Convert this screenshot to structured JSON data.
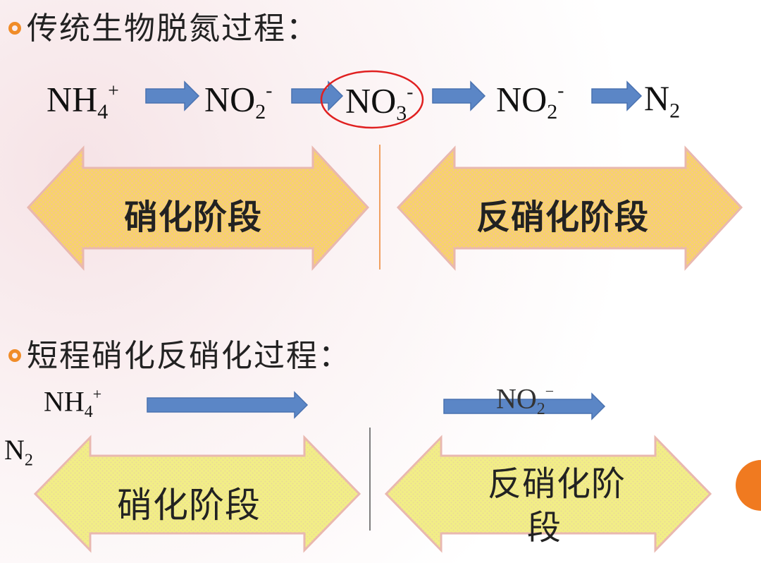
{
  "section1": {
    "heading": "传统生物脱氮过程：",
    "species": [
      {
        "base": "NH",
        "sub": "4",
        "sup": "+"
      },
      {
        "base": "NO",
        "sub": "2",
        "sup": "-"
      },
      {
        "base": "NO",
        "sub": "3",
        "sup": "-"
      },
      {
        "base": "NO",
        "sub": "2",
        "sup": "-"
      },
      {
        "base": "N",
        "sub": "2",
        "sup": ""
      }
    ],
    "stage_left": "硝化阶段",
    "stage_right": "反硝化阶段"
  },
  "section2": {
    "heading": "短程硝化反硝化过程：",
    "species": [
      {
        "base": "NH",
        "sub": "4",
        "sup": "+"
      },
      {
        "base": "NO",
        "sub": "2",
        "sup": "−"
      },
      {
        "base": "N",
        "sub": "2",
        "sup": ""
      }
    ],
    "stage_left": "硝化阶段",
    "stage_right_line1": "反硝化阶",
    "stage_right_line2": "段"
  },
  "colors": {
    "bullet": "#f08c28",
    "flow_arrow": "#5b86c6",
    "stage_arrow_fill_1": "#f7d36b",
    "stage_arrow_fill_2": "#f2ee86",
    "stage_arrow_border": "#e9b8b0",
    "highlight_circle": "#e02020",
    "divider": "#f0a060",
    "corner_dot": "#f07a20"
  }
}
